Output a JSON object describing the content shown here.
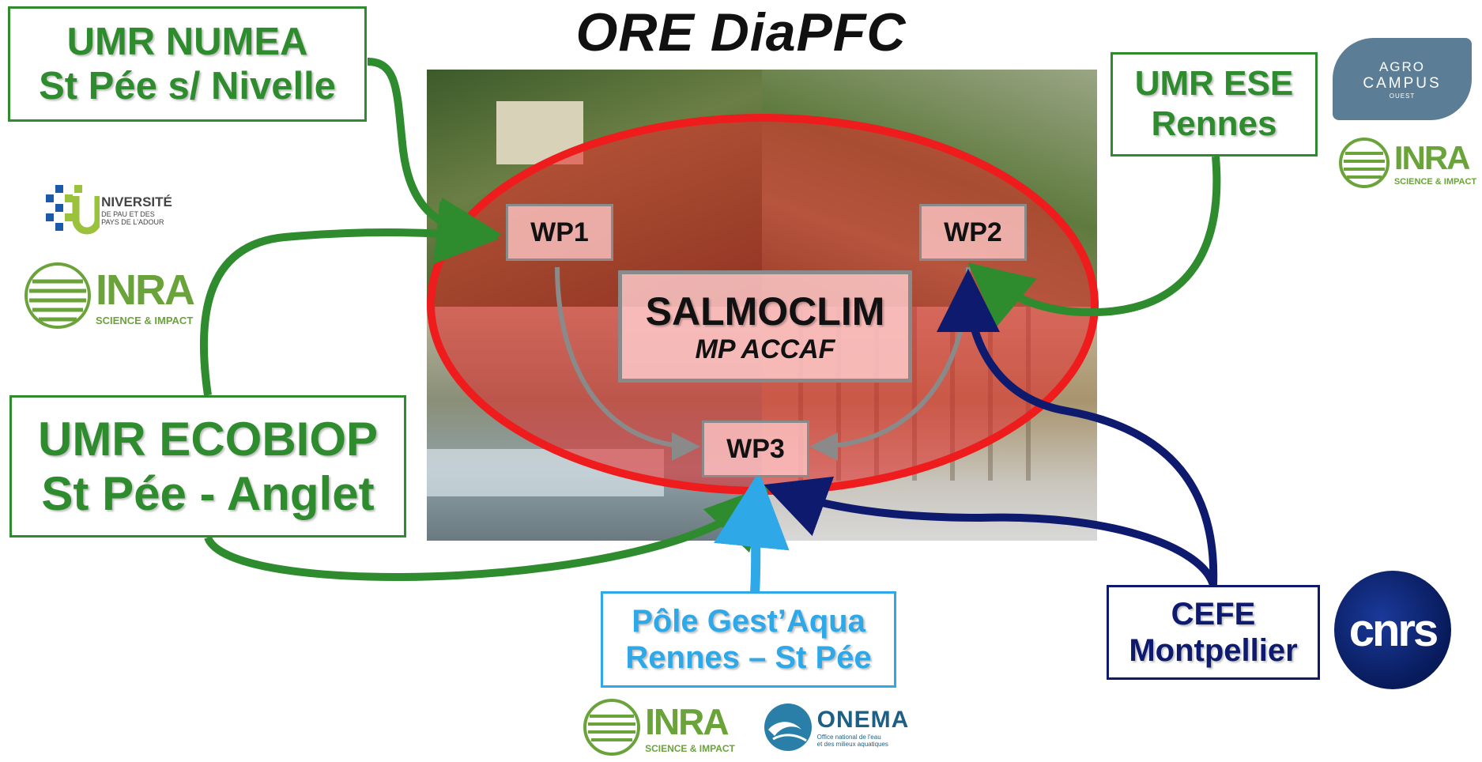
{
  "title": "ORE DiaPFC",
  "partners": {
    "numea": {
      "line1": "UMR NUMEA",
      "line2": "St Pée s/ Nivelle"
    },
    "ese": {
      "line1": "UMR ESE",
      "line2": "Rennes"
    },
    "ecobiop": {
      "line1": "UMR ECOBIOP",
      "line2": "St Pée - Anglet"
    },
    "gestaqua": {
      "line1": "Pôle Gest’Aqua",
      "line2": "Rennes – St Pée"
    },
    "cefe": {
      "line1": "CEFE",
      "line2": "Montpellier"
    }
  },
  "center": {
    "title": "SALMOCLIM",
    "subtitle": "MP ACCAF"
  },
  "workpackages": {
    "wp1": "WP1",
    "wp2": "WP2",
    "wp3": "WP3"
  },
  "logos": {
    "agrocampus": {
      "line1": "AGRO",
      "line2": "CAMPUS",
      "line3": "OUEST"
    },
    "inra": {
      "name": "INRA",
      "tagline": "SCIENCE & IMPACT"
    },
    "universite": {
      "word": "NIVERSITÉ",
      "sub1": "DE PAU ET DES",
      "sub2": "PAYS DE L'ADOUR"
    },
    "onema": {
      "name": "ONEMA",
      "sub1": "Office national de l'eau",
      "sub2": "et des milieux aquatiques"
    },
    "cnrs": {
      "name": "cnrs"
    }
  },
  "colors": {
    "green": "#2e8b2e",
    "navy": "#0d1a6e",
    "sky": "#2fa8e8",
    "ellipse": "#ee1c1c",
    "gray_arrow": "#8a8a8a"
  }
}
